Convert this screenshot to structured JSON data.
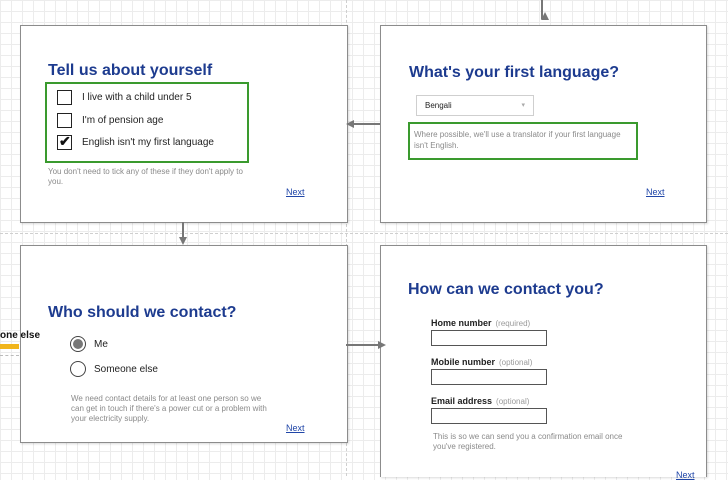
{
  "card1": {
    "title": "Tell us about yourself",
    "options": [
      {
        "label": "I live with a child under 5",
        "checked": false
      },
      {
        "label": "I'm of pension age",
        "checked": false
      },
      {
        "label": "English isn't my first language",
        "checked": true
      }
    ],
    "hint": "You don't need to tick any of these if they don't apply to you.",
    "next": "Next"
  },
  "card2": {
    "title": "What's your first language?",
    "select_value": "Bengali",
    "note": "Where possible, we'll use a translator if your first language isn't English.",
    "next": "Next"
  },
  "card3": {
    "title": "Who should we contact?",
    "options": [
      {
        "label": "Me",
        "selected": true
      },
      {
        "label": "Someone else",
        "selected": false
      }
    ],
    "hint": "We need contact details for at least one person so we can get in touch if there's a power cut or a problem with your electricity supply.",
    "next": "Next"
  },
  "card4": {
    "title": "How can we contact you?",
    "fields": [
      {
        "label": "Home number",
        "qualifier": "(required)"
      },
      {
        "label": "Mobile number",
        "qualifier": "(optional)"
      },
      {
        "label": "Email address",
        "qualifier": "(optional)"
      }
    ],
    "note": "This is so we can send you a confirmation email once you've registered.",
    "next": "Next"
  },
  "offscreen_label": "one else",
  "colors": {
    "title": "#1d3b8f",
    "highlight_border": "#3a9a2e",
    "connector": "#f1b51c",
    "arrow": "#777777"
  }
}
